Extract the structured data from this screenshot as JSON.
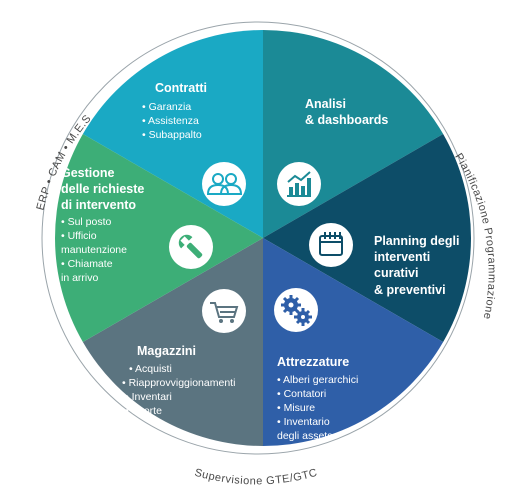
{
  "diagram": {
    "segments": [
      {
        "id": "contratti",
        "title": [
          "Contratti"
        ],
        "items": [
          "• Garanzia",
          "• Assistenza",
          "• Subappalto"
        ],
        "color": "#1aa9c4",
        "icon": "people-icon"
      },
      {
        "id": "analisi",
        "title": [
          "Analisi",
          "& dashboards"
        ],
        "items": [],
        "color": "#1b8a96",
        "icon": "chart-icon"
      },
      {
        "id": "planning",
        "title": [
          "Planning degli",
          "interventi",
          "curativi",
          "& preventivi"
        ],
        "items": [],
        "color": "#0d4d68",
        "icon": "calendar-icon"
      },
      {
        "id": "attrezzature",
        "title": [
          "Attrezzature"
        ],
        "items": [
          "• Alberi gerarchici",
          "• Contatori",
          "• Misure",
          "• Inventario",
          "degli assets"
        ],
        "color": "#2f5fa8",
        "icon": "gears-icon"
      },
      {
        "id": "magazzini",
        "title": [
          "Magazzini"
        ],
        "items": [
          "• Acquisti",
          "• Riapprovviggionamenti",
          "• Inventari",
          "• Scorte"
        ],
        "color": "#5b7480",
        "icon": "cart-icon"
      },
      {
        "id": "gestione",
        "title": [
          "Gestione",
          "delle richieste",
          "di intervento"
        ],
        "items": [
          "• Sul posto",
          "• Ufficio",
          "manutenzione",
          "• Chiamate",
          "in arrivo"
        ],
        "color": "#3dae77",
        "icon": "wrench-icon"
      }
    ],
    "ring_labels": {
      "left": "ERP • CAM • M.E.S",
      "right": "Pianificazione Programmazione",
      "bottom": "Supervisione GTE/GTC"
    }
  }
}
